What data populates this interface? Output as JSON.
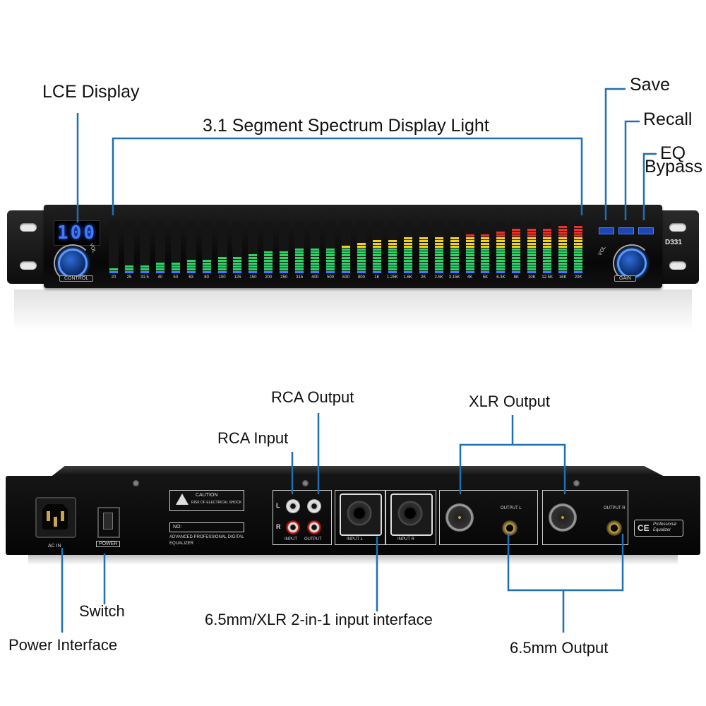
{
  "callouts": {
    "lce_display": "LCE Display",
    "spectrum": "3.1 Segment Spectrum Display Light",
    "save": "Save",
    "recall": "Recall",
    "eq": "EQ",
    "bypass": "Bypass",
    "rca_output": "RCA Output",
    "rca_input": "RCA Input",
    "xlr_output": "XLR Output",
    "switch": "Switch",
    "power_interface": "Power Interface",
    "combo_input": "6.5mm/XLR 2-in-1 input interface",
    "output_65": "6.5mm Output"
  },
  "front_panel": {
    "display_value": "100",
    "control_label": "CONTROL",
    "vol_label": "VOL",
    "gain_label": "GAIN",
    "model": "D331",
    "frequencies": [
      "20",
      "25",
      "31.5",
      "40",
      "50",
      "63",
      "80",
      "100",
      "125",
      "150",
      "200",
      "250",
      "315",
      "400",
      "500",
      "630",
      "800",
      "1K",
      "1.25K",
      "1.6K",
      "2K",
      "2.5K",
      "3.15K",
      "4K",
      "5K",
      "6.3K",
      "8K",
      "10K",
      "12.5K",
      "16K",
      "20K"
    ],
    "levels": [
      0.1,
      0.18,
      0.18,
      0.22,
      0.24,
      0.28,
      0.3,
      0.32,
      0.34,
      0.38,
      0.42,
      0.45,
      0.48,
      0.5,
      0.52,
      0.56,
      0.62,
      0.64,
      0.66,
      0.7,
      0.72,
      0.74,
      0.74,
      0.78,
      0.8,
      0.84,
      0.88,
      0.9,
      0.9,
      0.92,
      0.96
    ]
  },
  "rear_panel": {
    "power_label": "AC IN",
    "switch_label": "POWER",
    "caution_title": "CAUTION",
    "caution_text": "RISK OF ELECTRICAL SHOCK",
    "serial_label": "NO:",
    "product_desc_1": "ADVANCED PROFESSIONAL DIGITAL",
    "product_desc_2": "EQUALIZER",
    "rca_input_label": "INPUT",
    "rca_output_label": "OUTPUT",
    "rca_l": "L",
    "rca_r": "R",
    "input_l": "INPUT L",
    "input_r": "INPUT R",
    "output_l": "OUTPUT L",
    "output_r": "OUTPUT R",
    "ce_mark": "CE",
    "ce_text_1": "Professional",
    "ce_text_2": "Equalizer"
  },
  "colors": {
    "led_blue": "#3d7bff",
    "segment_green": "#2fd36a",
    "segment_yellow": "#f0d21e",
    "segment_red": "#e8322a",
    "leader_blue": "#1e6fb4"
  }
}
